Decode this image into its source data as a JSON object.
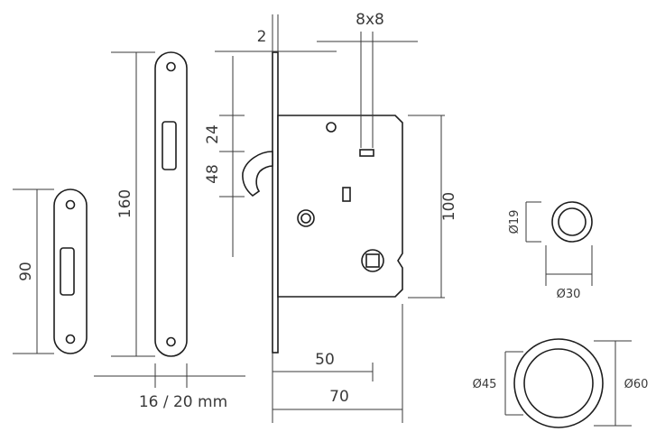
{
  "dimensions": {
    "small_plate_height": "90",
    "large_plate_height": "160",
    "plate_width": "16 / 20 mm",
    "faceplate_thickness": "2",
    "spindle_square": "8x8",
    "hook_offset_small": "24",
    "hook_offset_large": "48",
    "body_height": "100",
    "backset": "50",
    "body_depth": "70",
    "small_rose_inner": "Ø19",
    "small_rose_outer": "Ø30",
    "large_rose_inner": "Ø45",
    "large_rose_outer": "Ø60"
  }
}
